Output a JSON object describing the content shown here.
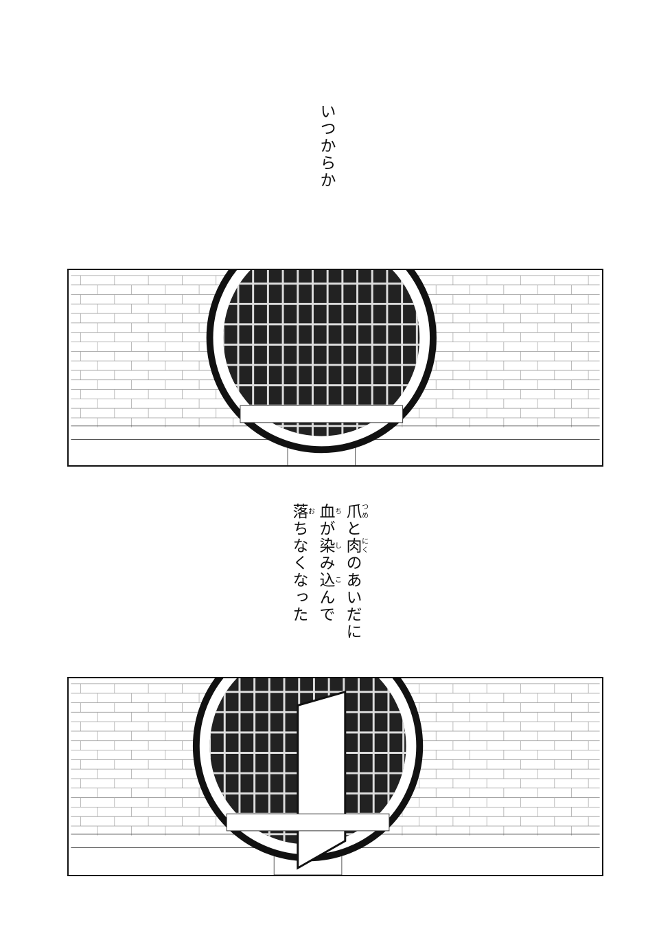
{
  "narration_1": "いつからか",
  "narration_2": {
    "lines": [
      [
        {
          "text": "爪",
          "ruby": "つめ"
        },
        {
          "text": "と"
        },
        {
          "text": "肉",
          "ruby": "にく"
        },
        {
          "text": "のあいだに"
        }
      ],
      [
        {
          "text": "血",
          "ruby": "ち"
        },
        {
          "text": "が"
        },
        {
          "text": "染",
          "ruby": "し"
        },
        {
          "text": "み"
        },
        {
          "text": "込",
          "ruby": "こ"
        },
        {
          "text": "んで"
        }
      ],
      [
        {
          "text": "落",
          "ruby": "お"
        },
        {
          "text": "ちなくなった"
        }
      ]
    ]
  },
  "panels": [
    {
      "scene": "circular-barred-window-closed"
    },
    {
      "scene": "circular-barred-window-open"
    }
  ],
  "colors": {
    "ink": "#111111",
    "paper": "#ffffff"
  }
}
